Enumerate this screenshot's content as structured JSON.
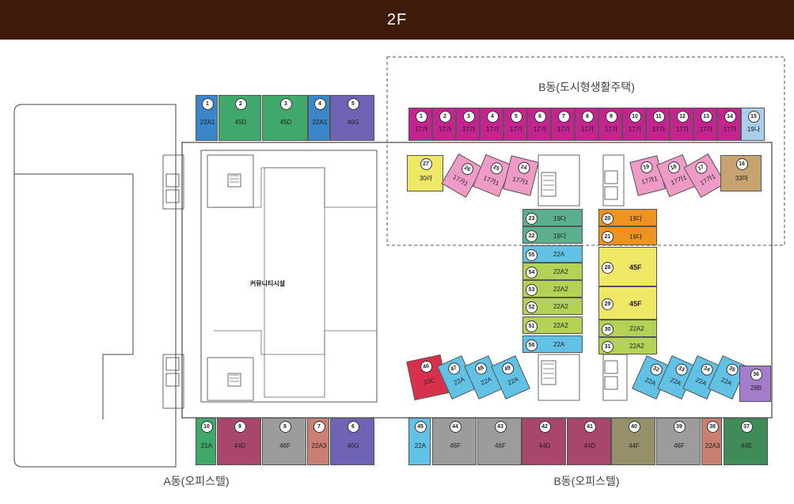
{
  "floor": "2F",
  "labels": {
    "bldg_b_housing": "B동(도시형생활주택)",
    "bldg_a_office": "A동(오피스텔)",
    "bldg_b_office": "B동(오피스텔)",
    "community": "커뮤니티시설"
  },
  "colors": {
    "title_bar": "#3e1a0a",
    "magenta": "#c3248f",
    "pink": "#ee9cc7",
    "blue": "#3a86c9",
    "green": "#41a86b",
    "purple": "#6e63b5",
    "teal": "#5aaf8e",
    "orange": "#ef9320",
    "yellow": "#efe867",
    "lime": "#b4d255",
    "cyan": "#61c2e6",
    "crimson": "#d8304d",
    "maroon": "#a8466b",
    "gray": "#9c9c9c",
    "olive": "#96906a",
    "salmon": "#c97f72",
    "tan": "#c7a370",
    "lightblue": "#a9cdea",
    "dkgreen": "#3f8c58",
    "violet": "#a37ccc"
  },
  "units_a_top": [
    {
      "n": "1",
      "t": "22A1"
    },
    {
      "n": "2",
      "t": "45D"
    },
    {
      "n": "3",
      "t": "45D"
    },
    {
      "n": "4",
      "t": "22A1"
    },
    {
      "n": "5",
      "t": "46G"
    }
  ],
  "units_a_bottom": [
    {
      "n": "10",
      "t": "21A"
    },
    {
      "n": "9",
      "t": "44D"
    },
    {
      "n": "8",
      "t": "46F"
    },
    {
      "n": "7",
      "t": "22A3"
    },
    {
      "n": "6",
      "t": "46G"
    }
  ],
  "units_b_top_row": [
    {
      "n": "1",
      "t": "17가"
    },
    {
      "n": "2",
      "t": "17가"
    },
    {
      "n": "3",
      "t": "17가"
    },
    {
      "n": "4",
      "t": "17가"
    },
    {
      "n": "5",
      "t": "17가"
    },
    {
      "n": "6",
      "t": "17가"
    },
    {
      "n": "7",
      "t": "17가"
    },
    {
      "n": "8",
      "t": "17가"
    },
    {
      "n": "9",
      "t": "17가"
    },
    {
      "n": "10",
      "t": "17가"
    },
    {
      "n": "11",
      "t": "17가"
    },
    {
      "n": "12",
      "t": "17가"
    },
    {
      "n": "13",
      "t": "17가"
    },
    {
      "n": "14",
      "t": "17가"
    },
    {
      "n": "15",
      "t": "19나"
    }
  ],
  "units_b_diag_left": [
    {
      "n": "27",
      "t": "30라"
    },
    {
      "n": "26",
      "t": "17가1"
    },
    {
      "n": "25",
      "t": "17가1"
    },
    {
      "n": "24",
      "t": "17가1"
    }
  ],
  "units_b_diag_right": [
    {
      "n": "19",
      "t": "17가1"
    },
    {
      "n": "18",
      "t": "17가1"
    },
    {
      "n": "17",
      "t": "17가1"
    },
    {
      "n": "16",
      "t": "33마"
    }
  ],
  "units_left_col": [
    {
      "n": "23",
      "t": "19다"
    },
    {
      "n": "22",
      "t": "19다"
    },
    {
      "n": "55",
      "t": "22A"
    },
    {
      "n": "54",
      "t": "22A2"
    },
    {
      "n": "53",
      "t": "22A2"
    },
    {
      "n": "52",
      "t": "22A2"
    },
    {
      "n": "51",
      "t": "22A2"
    },
    {
      "n": "50",
      "t": "22A"
    }
  ],
  "units_right_col": [
    {
      "n": "20",
      "t": "19다"
    },
    {
      "n": "21",
      "t": "19다"
    },
    {
      "n": "28",
      "t": "45F"
    },
    {
      "n": "29",
      "t": "45F"
    },
    {
      "n": "30",
      "t": "22A2"
    },
    {
      "n": "31",
      "t": "22A2"
    }
  ],
  "units_b_lower_left": [
    {
      "n": "46",
      "t": "33C"
    },
    {
      "n": "47",
      "t": "22A"
    },
    {
      "n": "48",
      "t": "22A"
    },
    {
      "n": "49",
      "t": "22A"
    }
  ],
  "units_b_lower_right": [
    {
      "n": "32",
      "t": "22A"
    },
    {
      "n": "33",
      "t": "22A"
    },
    {
      "n": "34",
      "t": "22A"
    },
    {
      "n": "35",
      "t": "22A"
    },
    {
      "n": "36",
      "t": "28B"
    }
  ],
  "units_b_bottom": [
    {
      "n": "45",
      "t": "22A"
    },
    {
      "n": "44",
      "t": "46F"
    },
    {
      "n": "43",
      "t": "46F"
    },
    {
      "n": "42",
      "t": "44D"
    },
    {
      "n": "41",
      "t": "44D"
    },
    {
      "n": "40",
      "t": "44F"
    },
    {
      "n": "39",
      "t": "46F"
    },
    {
      "n": "38",
      "t": "22A3"
    },
    {
      "n": "37",
      "t": "44E"
    }
  ]
}
